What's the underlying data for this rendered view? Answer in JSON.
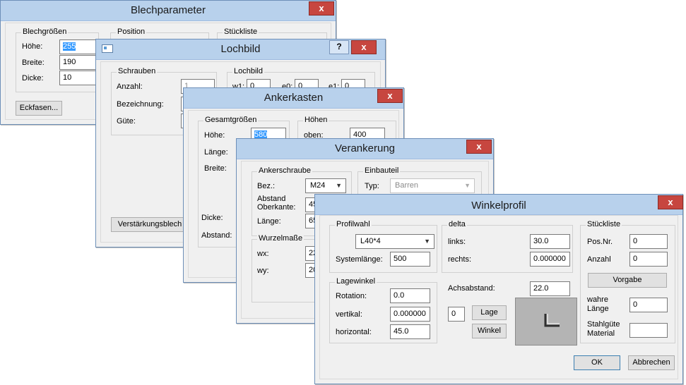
{
  "blechparameter": {
    "title": "Blechparameter",
    "close": "x",
    "groups": {
      "blechgroessen": "Blechgrößen",
      "position": "Position",
      "stueckliste": "Stückliste"
    },
    "labels": {
      "hoehe": "Höhe:",
      "breite": "Breite:",
      "dicke": "Dicke:"
    },
    "values": {
      "hoehe": "255",
      "breite": "190",
      "dicke": "10"
    },
    "eckfasen_button": "Eckfasen..."
  },
  "lochbild": {
    "title": "Lochbild",
    "help": "?",
    "close": "x",
    "groups": {
      "schrauben": "Schrauben",
      "lochbild": "Lochbild"
    },
    "labels": {
      "anzahl": "Anzahl:",
      "bezeichnung": "Bezeichnung:",
      "guete": "Güte:",
      "w1": "w1:",
      "e0": "e0:",
      "e1": "e1:"
    },
    "values": {
      "anzahl": "1",
      "w1": "0",
      "e0": "0",
      "e1": "0"
    },
    "verstaerkung_button": "Verstärkungsblech"
  },
  "ankerkasten": {
    "title": "Ankerkasten",
    "close": "x",
    "groups": {
      "gesamtgroessen": "Gesamtgrößen",
      "hoehen": "Höhen"
    },
    "labels": {
      "hoehe": "Höhe:",
      "laenge": "Länge:",
      "breite": "Breite:",
      "dicke": "Dicke:",
      "abstand": "Abstand:",
      "oben": "oben:"
    },
    "values": {
      "hoehe": "580",
      "oben": "400"
    }
  },
  "verankerung": {
    "title": "Verankerung",
    "close": "x",
    "groups": {
      "ankerschraube": "Ankerschraube",
      "einbauteil": "Einbauteil",
      "wurzelmasse": "Wurzelmaße"
    },
    "labels": {
      "bez": "Bez.:",
      "abstand_oberkante": "Abstand Oberkante:",
      "laenge": "Länge:",
      "typ": "Typ:",
      "wx": "wx:",
      "wy": "wy:"
    },
    "values": {
      "bez": "M24",
      "abstand_oberkante": "45",
      "laenge": "65",
      "typ": "Barren",
      "wx": "22",
      "wy": "20"
    }
  },
  "winkelprofil": {
    "title": "Winkelprofil",
    "close": "x",
    "groups": {
      "profilwahl": "Profilwahl",
      "delta": "delta",
      "stueckliste": "Stückliste",
      "lagewinkel": "Lagewinkel"
    },
    "profil": {
      "selected": "L40*4",
      "systemlaenge_label": "Systemlänge:",
      "systemlaenge": "500"
    },
    "delta": {
      "links_label": "links:",
      "links": "30.0",
      "rechts_label": "rechts:",
      "rechts": "0.000000"
    },
    "stueckliste": {
      "posnr_label": "Pos.Nr.",
      "posnr": "0",
      "anzahl_label": "Anzahl",
      "anzahl": "0",
      "vorgabe_button": "Vorgabe",
      "wahre_laenge_label_1": "wahre",
      "wahre_laenge_label_2": "Länge",
      "wahre_laenge": "0",
      "stahlguete_label_1": "Stahlgüte",
      "stahlguete_label_2": "Material",
      "stahlguete": ""
    },
    "lagewinkel": {
      "rotation_label": "Rotation:",
      "rotation": "0.0",
      "vertikal_label": "vertikal:",
      "vertikal": "0.000000",
      "horizontal_label": "horizontal:",
      "horizontal": "45.0"
    },
    "achsabstand_label": "Achsabstand:",
    "achsabstand": "22.0",
    "lage_value": "0",
    "lage_button": "Lage",
    "winkel_button": "Winkel",
    "ok_button": "OK",
    "abbrechen_button": "Abbrechen"
  }
}
